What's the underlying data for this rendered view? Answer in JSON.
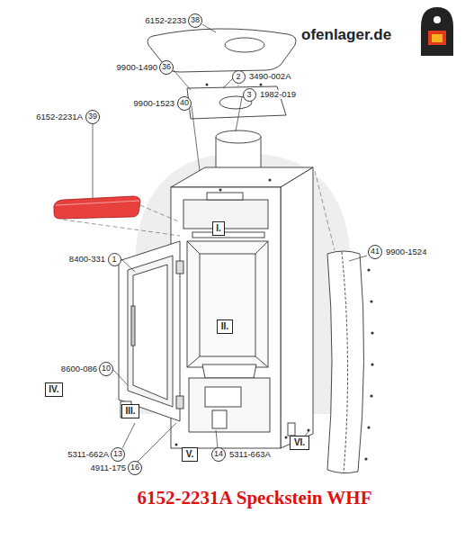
{
  "diagram": {
    "title": "6152-2231A Speckstein WHF",
    "nodes": [
      {
        "text": [
          "38"
        ]
      },
      {
        "text": [
          "36"
        ]
      },
      {
        "text": [
          "2"
        ]
      },
      {
        "text": [
          "3"
        ]
      },
      {
        "text": [
          "40"
        ]
      },
      {
        "text": [
          "39"
        ]
      },
      {
        "text": [
          "41"
        ]
      },
      {
        "text": [
          "I."
        ]
      },
      {
        "text": [
          "1"
        ]
      },
      {
        "text": [
          "II."
        ]
      },
      {
        "text": [
          "10"
        ]
      },
      {
        "text": [
          "IV."
        ]
      },
      {
        "text": [
          "III."
        ]
      },
      {
        "text": [
          "VI."
        ]
      },
      {
        "text": [
          "13"
        ]
      },
      {
        "text": [
          "V."
        ]
      },
      {
        "text": [
          "14"
        ]
      },
      {
        "text": [
          "16"
        ]
      }
    ],
    "edges": [],
    "labels": [
      "ofenlager.de",
      "6152-2233",
      "9900-1490",
      "3490-002A",
      "1982-019",
      "9900-1523",
      "6152-2231A",
      "9900-1524",
      "8400-331",
      "8600-086",
      "5311-662A",
      "4911-175",
      "5311-663A"
    ]
  }
}
